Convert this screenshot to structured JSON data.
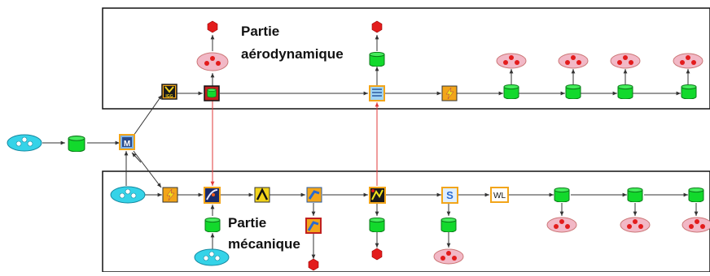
{
  "aero_title_line1": "Partie",
  "aero_title_line2": "aérodynamique",
  "meca_title_line1": "Partie",
  "meca_title_line2": "mécanique",
  "tool_wl_label": "WL",
  "tool_m_label": "M",
  "tool_igg_label": "IGG",
  "tool_s_label": "S",
  "colors": {
    "input_cluster": "#35d3e8",
    "output_cluster": "#f2b8c6",
    "output_dot": "#e31c1c",
    "storage": "#12d92c",
    "link_red": "#e23a3a",
    "tool_orange": "#f2a51a",
    "tool_frame": "#3a6fbf"
  }
}
